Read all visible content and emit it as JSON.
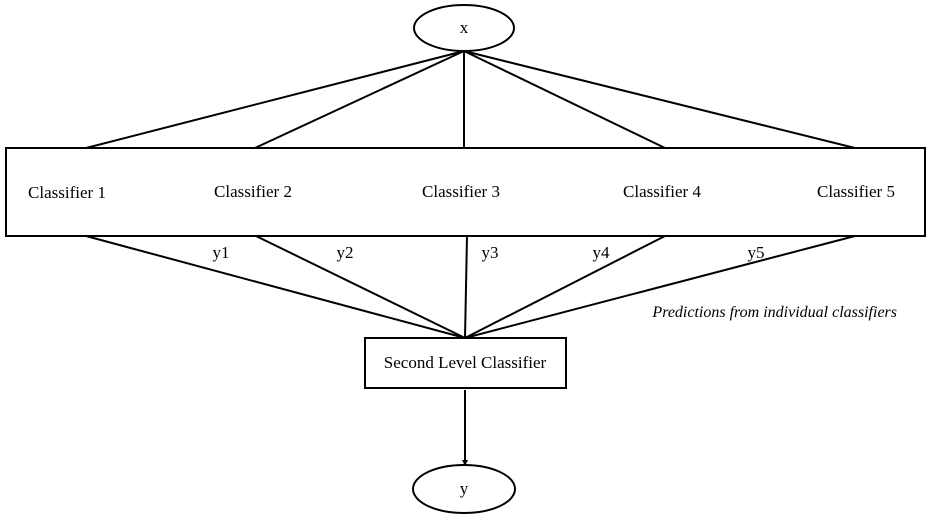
{
  "diagram": {
    "input_node": {
      "label": "x"
    },
    "classifiers": [
      {
        "label": "Classifier 1",
        "output": "y1"
      },
      {
        "label": "Classifier 2",
        "output": "y2"
      },
      {
        "label": "Classifier 3",
        "output": "y3"
      },
      {
        "label": "Classifier 4",
        "output": "y4"
      },
      {
        "label": "Classifier 5",
        "output": "y5"
      }
    ],
    "second_level": {
      "label": "Second Level Classifier"
    },
    "output_node": {
      "label": "y"
    },
    "annotation": "Predictions from individual classifiers",
    "colors": {
      "stroke": "#000000",
      "background": "#ffffff"
    }
  }
}
